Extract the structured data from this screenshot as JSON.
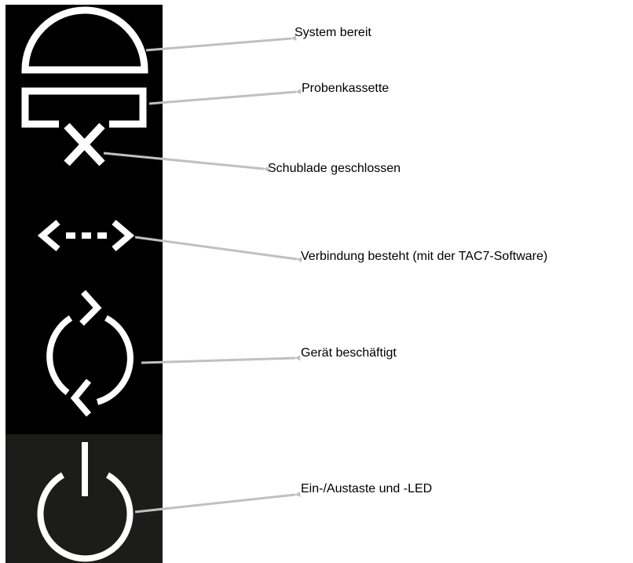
{
  "labels": {
    "system_ready": "System bereit",
    "sample_cassette": "Probenkassette",
    "drawer_closed": "Schublade geschlossen",
    "connection": "Verbindung besteht (mit der TAC7-Software)",
    "device_busy": "Gerät beschäftigt",
    "power": "Ein-/Austaste und -LED"
  },
  "icons": [
    "dome-icon",
    "cassette-icon",
    "drawer-x-icon",
    "connection-icon",
    "sync-icon",
    "power-icon"
  ],
  "colors": {
    "panel": "#000000",
    "power_panel": "#1c1c1a",
    "icon": "#ffffff",
    "pointer": "#c0c0c0"
  }
}
